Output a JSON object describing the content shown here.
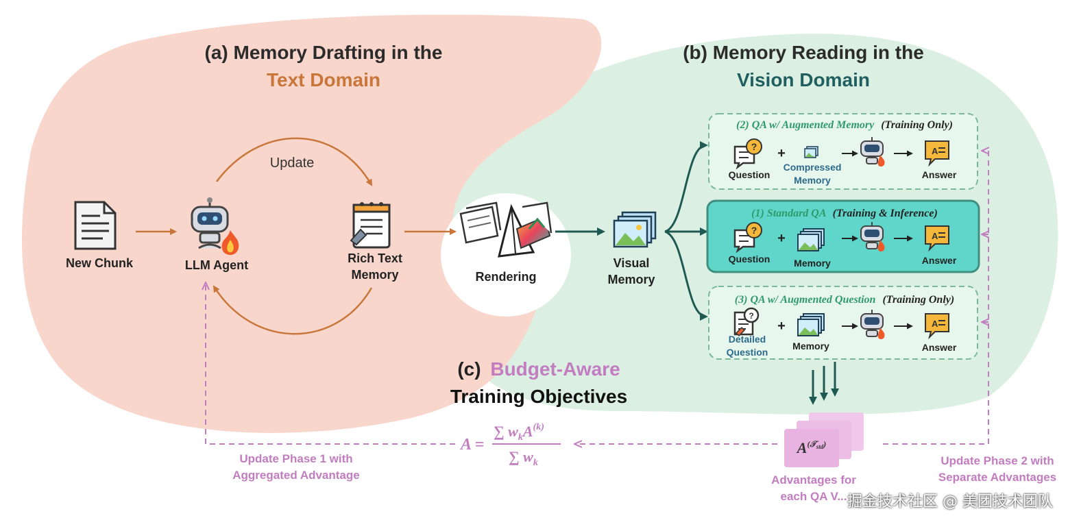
{
  "colors": {
    "text_panel": "#f9d6cc",
    "vision_panel": "#dcefe3",
    "text_accent": "#c8763a",
    "vision_accent": "#1f5f5f",
    "budget_accent": "#c27cc0",
    "arrow_orange": "#c8763a",
    "arrow_teal": "#1f5a52",
    "qa_green": "#2e9a6a",
    "standard_box": "#5fd6c9"
  },
  "panel_a": {
    "title_line1": "(a) Memory Drafting in the",
    "title_line2": "Text Domain",
    "update_label": "Update",
    "new_chunk": "New Chunk",
    "llm_agent": "LLM Agent",
    "rich_text_line1": "Rich Text",
    "rich_text_line2": "Memory"
  },
  "rendering": {
    "label": "Rendering"
  },
  "panel_b": {
    "title_line1": "(b) Memory Reading in the",
    "title_line2": "Vision Domain",
    "visual_line1": "Visual",
    "visual_line2": "Memory",
    "qa2": {
      "title": "(2) QA w/ Augmented Memory",
      "title_suffix": "(Training Only)",
      "question": "Question",
      "memory_line1": "Compressed",
      "memory_line2": "Memory",
      "answer": "Answer"
    },
    "qa1": {
      "title": "(1) Standard QA",
      "title_suffix": "(Training & Inference)",
      "question": "Question",
      "memory": "Memory",
      "answer": "Answer"
    },
    "qa3": {
      "title": "(3) QA w/ Augmented Question",
      "title_suffix": "(Training Only)",
      "question_line1": "Detailed",
      "question_line2": "Question",
      "memory": "Memory",
      "answer": "Answer"
    },
    "plus": "+"
  },
  "panel_c": {
    "title_prefix": "(c)",
    "title_accent": "Budget-Aware",
    "title_line2": "Training Objectives",
    "formula_lhs": "A =",
    "formula_num": "∑ w_k A^(k)",
    "formula_den": "∑ w_k",
    "advantage_symbol": "A^(T_std)",
    "advantages_line1": "Advantages for",
    "advantages_line2": "each QA V...",
    "update1_line1": "Update Phase 1 with",
    "update1_line2": "Aggregated Advantage",
    "update2_line1": "Update Phase 2 with",
    "update2_line2": "Separate Advantages"
  },
  "watermark": "掘金技术社区 @ 美团技术团队"
}
